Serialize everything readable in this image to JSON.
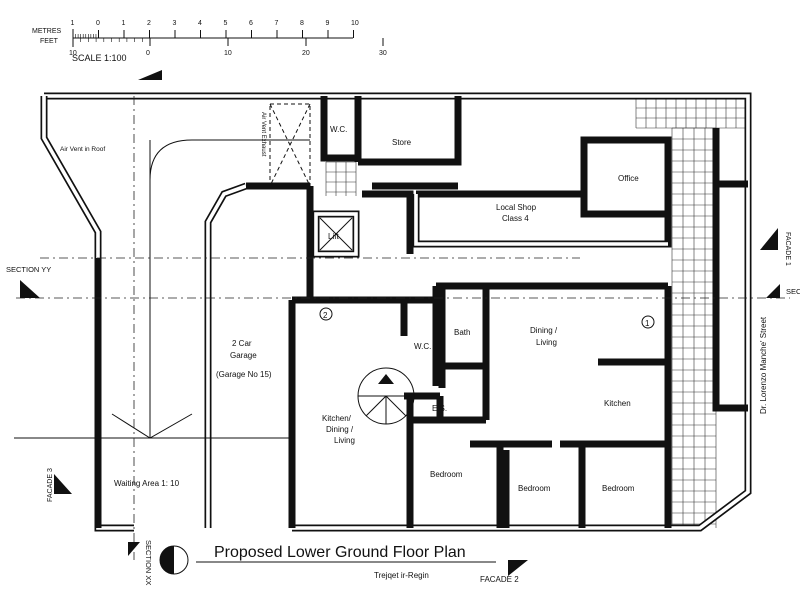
{
  "scale_bar": {
    "metres_label": "METRES",
    "feet_label": "FEET",
    "scale_text": "SCALE 1:100",
    "metre_ticks": [
      "1",
      "0",
      "1",
      "2",
      "3",
      "4",
      "5",
      "6",
      "7",
      "8",
      "9",
      "10"
    ],
    "feet_ticks": [
      "10",
      "0",
      "10",
      "20",
      "30"
    ]
  },
  "title": "Proposed Lower Ground Floor Plan",
  "street_bottom": "Trejqet ir-Regin",
  "street_right": "Dr. Lorenzo Manche' Street",
  "rooms": {
    "air_vent_roof": "Air Vent in Roof",
    "air_vent_exhaust": "Air Vent Exhaust",
    "wc_top": "W.C.",
    "store": "Store",
    "office": "Office",
    "shop_line1": "Local Shop",
    "shop_line2": "Class 4",
    "lift": "Lift",
    "garage_line1": "2 Car",
    "garage_line2": "Garage",
    "garage_line3": "(Garage No 15)",
    "waiting": "Waiting Area 1: 10",
    "bath": "Bath",
    "wc_mid": "W.C.",
    "es": "E.S.",
    "dining_line1": "Dining /",
    "dining_line2": "Living",
    "kitchen_right": "Kitchen",
    "kdl_line1": "Kitchen/",
    "kdl_line2": "Dining /",
    "kdl_line3": "Living",
    "bedroom1": "Bedroom",
    "bedroom2": "Bedroom",
    "bedroom3": "Bedroom"
  },
  "unit_marks": {
    "unit1": "1",
    "unit2": "2"
  },
  "section_marks": {
    "section_yy": "SECTION YY",
    "section_right": "SEC",
    "section_xx": "SECTION XX",
    "facade1": "FACADE 1",
    "facade2": "FACADE 2",
    "facade3": "FACADE 3"
  }
}
